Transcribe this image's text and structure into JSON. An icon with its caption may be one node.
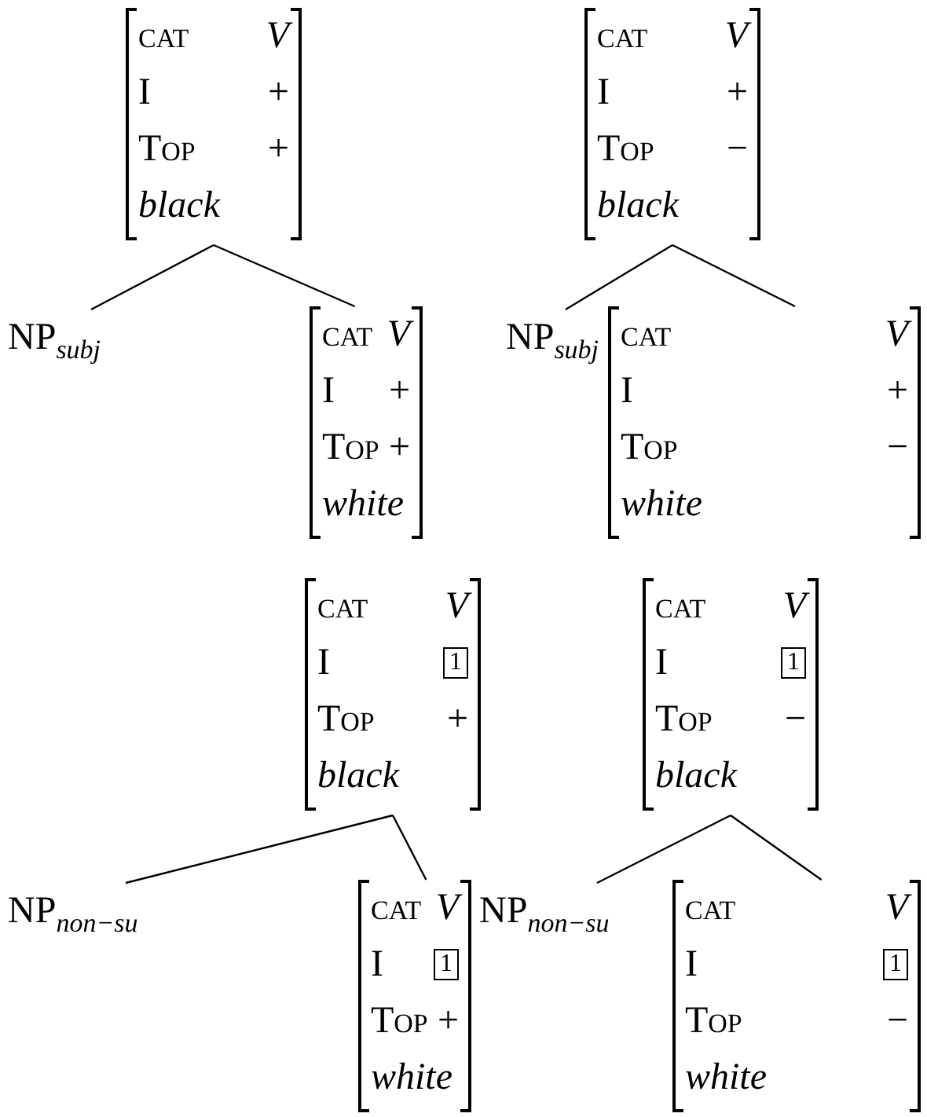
{
  "diagram": {
    "nodes": [
      {
        "text": [
          "cat",
          "V",
          "I",
          "+",
          "Top",
          "+",
          "black"
        ]
      },
      {
        "text": [
          "NP$_{subj}$"
        ]
      },
      {
        "text": [
          "cat",
          "V",
          "I",
          "+",
          "Top",
          "+",
          "white"
        ]
      },
      {
        "text": [
          "cat",
          "V",
          "I",
          "+",
          "Top",
          "−",
          "black"
        ]
      },
      {
        "text": [
          "NP$_{subj}$"
        ]
      },
      {
        "text": [
          "cat",
          "V",
          "I",
          "+",
          "Top",
          "−",
          "white"
        ]
      },
      {
        "text": [
          "cat",
          "V",
          "I",
          "1",
          "Top",
          "+",
          "black"
        ]
      },
      {
        "text": [
          "NP$_{non−su}$"
        ]
      },
      {
        "text": [
          "cat",
          "V",
          "I",
          "1",
          "Top",
          "+",
          "white"
        ]
      },
      {
        "text": [
          "cat",
          "V",
          "I",
          "1",
          "Top",
          "−",
          "black"
        ]
      },
      {
        "text": [
          "NP$_{non−su}$"
        ]
      },
      {
        "text": [
          "cat",
          "V",
          "I",
          "1",
          "Top",
          "−",
          "white"
        ]
      }
    ],
    "edges": [
      {
        "from": 0,
        "to": 1,
        "arrow": "none"
      },
      {
        "from": 0,
        "to": 2,
        "arrow": "none"
      },
      {
        "from": 3,
        "to": 4,
        "arrow": "none"
      },
      {
        "from": 3,
        "to": 5,
        "arrow": "none"
      },
      {
        "from": 6,
        "to": 7,
        "arrow": "none"
      },
      {
        "from": 6,
        "to": 8,
        "arrow": "none"
      },
      {
        "from": 9,
        "to": 10,
        "arrow": "none"
      },
      {
        "from": 9,
        "to": 11,
        "arrow": "none"
      }
    ]
  }
}
